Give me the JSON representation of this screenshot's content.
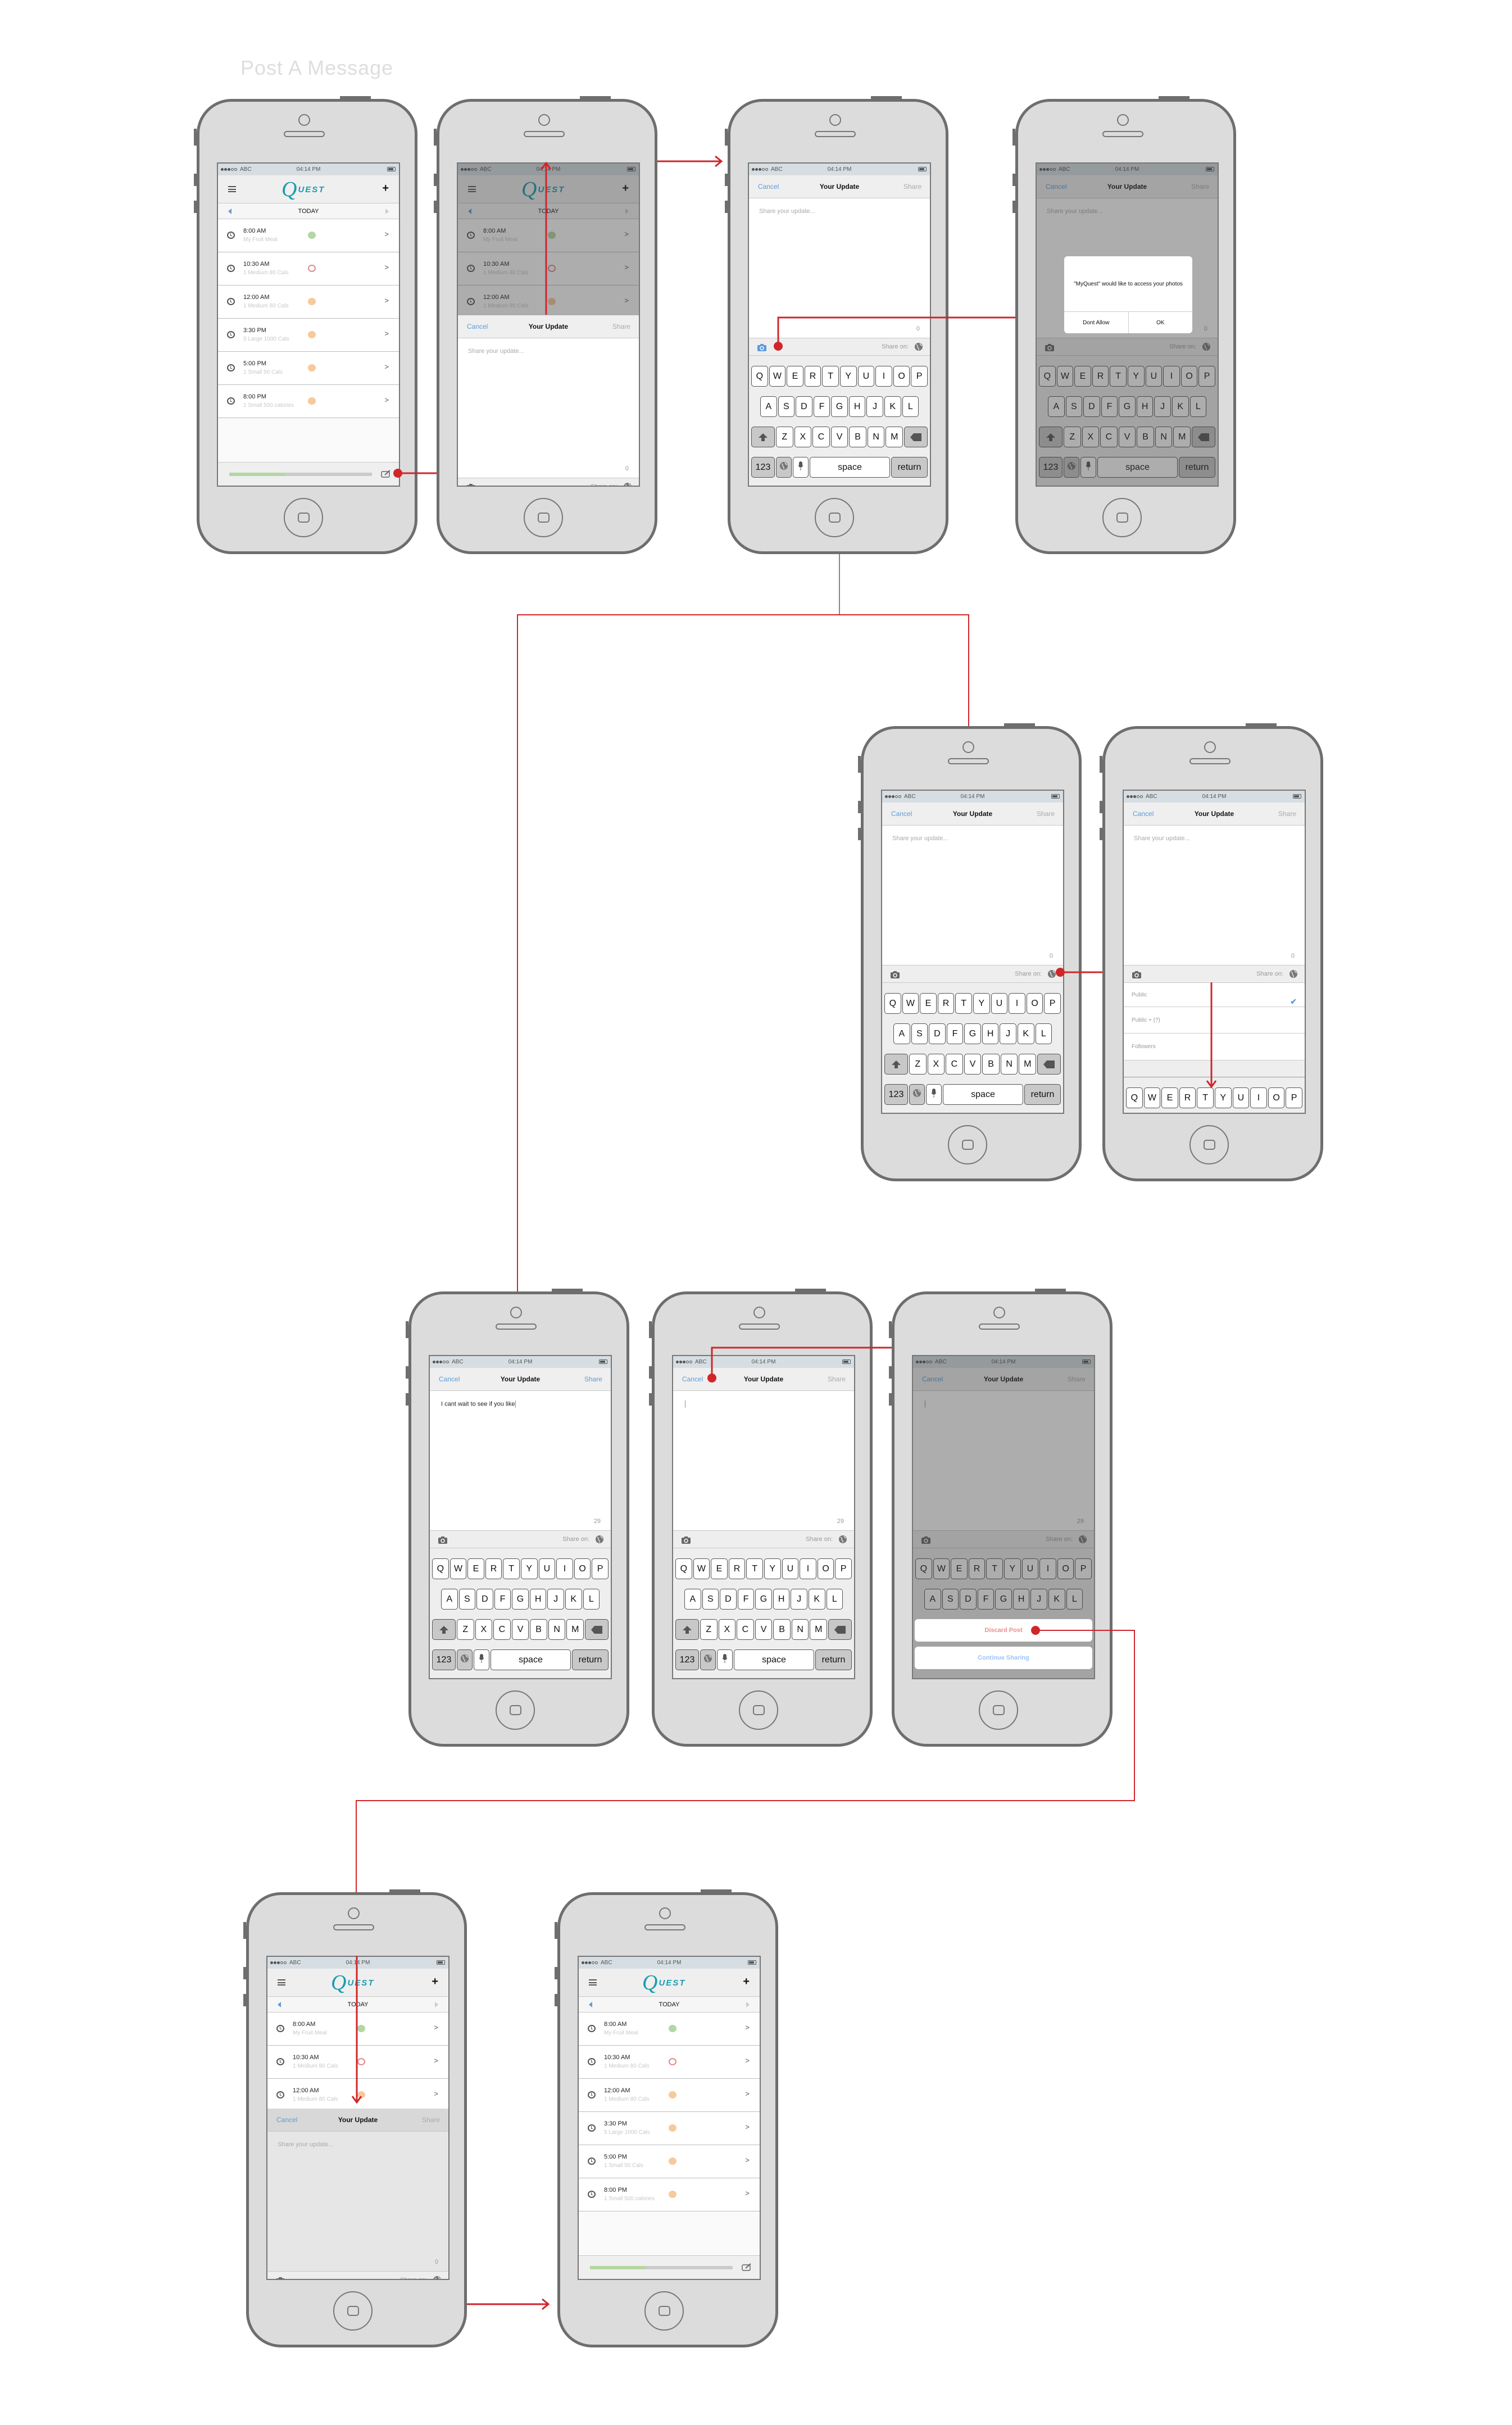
{
  "title": "Post A Message",
  "status": {
    "carrier": "ABC",
    "time": "04:14 PM"
  },
  "app": {
    "logo_first": "Q",
    "logo_rest": "UEST",
    "today": "TODAY"
  },
  "meals": [
    {
      "time": "8:00 AM",
      "desc": "My Fruit Meal",
      "state": "done"
    },
    {
      "time": "10:30 AM",
      "desc": "1 Medium 80 Cals",
      "state": "missed"
    },
    {
      "time": "12:00 AM",
      "desc": "1 Medium 80 Cals",
      "state": "pending"
    },
    {
      "time": "3:30 PM",
      "desc": "5 Large 1000 Cals",
      "state": "pending"
    },
    {
      "time": "5:00 PM",
      "desc": "1 Small 50 Cals",
      "state": "pending"
    },
    {
      "time": "8:00 PM",
      "desc": "1 Small 500 calories",
      "state": "pending"
    }
  ],
  "progress": 0.39,
  "compose": {
    "cancel": "Cancel",
    "title": "Your Update",
    "share": "Share",
    "placeholder": "Share your update...",
    "share_on": "Share on:",
    "typed_text": "I cant wait to see if you like",
    "count_empty": "0",
    "count_typed": "29"
  },
  "keyboard": {
    "rows": [
      [
        "Q",
        "W",
        "E",
        "R",
        "T",
        "Y",
        "U",
        "I",
        "O",
        "P"
      ],
      [
        "A",
        "S",
        "D",
        "F",
        "G",
        "H",
        "J",
        "K",
        "L"
      ],
      [
        "Z",
        "X",
        "C",
        "V",
        "B",
        "N",
        "M"
      ]
    ],
    "num": "123",
    "space": "space",
    "return": "return"
  },
  "alert": {
    "message": "\"MyQuest\" would like to access your photos",
    "deny": "Dont Allow",
    "ok": "OK"
  },
  "audience": [
    {
      "label": "Public",
      "selected": true
    },
    {
      "label": "Public + (?)",
      "selected": false
    },
    {
      "label": "Followers",
      "selected": false
    }
  ],
  "action_sheet": {
    "discard": "Discard Post",
    "continue": "Continue Sharing"
  },
  "colors": {
    "accent": "#5b9bd9",
    "logo": "#1a9cb0",
    "flow": "#d0262a",
    "done": "#b3d7a3",
    "missed": "#e08a8a",
    "pending": "#f7c99b",
    "discard": "#f08c8c",
    "continue": "#9cc3f5"
  },
  "screens": [
    {
      "type": "list"
    },
    {
      "type": "list_sheet",
      "list_dim": true
    },
    {
      "type": "compose",
      "counter": "count_empty",
      "camera_active": true
    },
    {
      "type": "compose",
      "counter": "count_empty",
      "dim": true,
      "alert": true
    },
    {
      "type": "compose",
      "counter": "count_empty"
    },
    {
      "type": "compose",
      "counter": "count_empty",
      "audience": true
    },
    {
      "type": "compose",
      "counter": "count_typed",
      "typed": true,
      "share_active": true
    },
    {
      "type": "compose",
      "counter": "count_typed",
      "caret": true
    },
    {
      "type": "compose",
      "counter": "count_typed",
      "caret": true,
      "dim": true,
      "action_sheet": true
    },
    {
      "type": "list_sheet",
      "sheet_dim": true
    },
    {
      "type": "list"
    }
  ]
}
